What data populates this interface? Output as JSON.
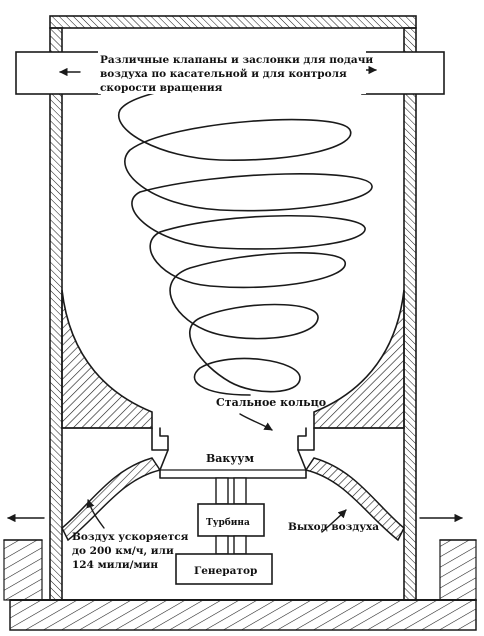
{
  "colors": {
    "ink": "#1a1a1a",
    "paper": "#ffffff"
  },
  "labels": {
    "valves_line1": "Различные клапаны и заслонки для подачи",
    "valves_line2": "воздуха по касательной и для контроля",
    "valves_line3": "скорости вращения",
    "steel_ring": "Стальное кольцо",
    "vacuum": "Вакуум",
    "turbine": "Турбина",
    "generator": "Генератор",
    "air_out": "Выход воздуха",
    "air_accel_line1": "Воздух ускоряется",
    "air_accel_line2": "до 200 км/ч, или",
    "air_accel_line3": "124 мили/мин"
  }
}
